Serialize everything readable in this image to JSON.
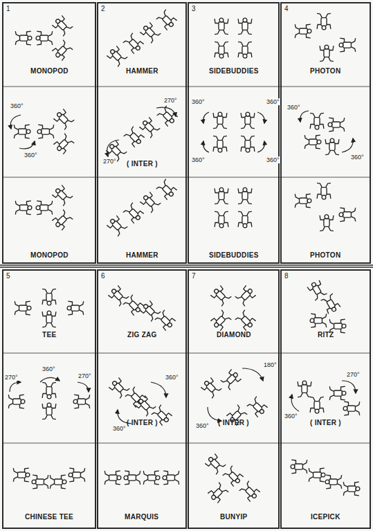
{
  "diagram": {
    "nodes": [
      {
        "text": [
          "1",
          "MONOPOD",
          "MONOPOD"
        ]
      },
      {
        "text": [
          "2",
          "HAMMER",
          "( INTER )",
          "HAMMER"
        ]
      },
      {
        "text": [
          "3",
          "SIDEBUDDIES",
          "SIDEBUDDIES"
        ]
      },
      {
        "text": [
          "4",
          "PHOTON",
          "PHOTON"
        ]
      },
      {
        "text": [
          "5",
          "TEE",
          "CHINESE TEE"
        ]
      },
      {
        "text": [
          "6",
          "ZIG ZAG",
          "( INTER )",
          "MARQUIS"
        ]
      },
      {
        "text": [
          "7",
          "DIAMOND",
          "( INTER )",
          "BUNYIP"
        ]
      },
      {
        "text": [
          "8",
          "RITZ",
          "( INTER )",
          "ICEPICK"
        ]
      }
    ],
    "labels": [
      "360°",
      "360°",
      "270°",
      "270°",
      "360°",
      "360°",
      "360°",
      "360°",
      "360°",
      "360°",
      "270°",
      "360°",
      "270°",
      "360°",
      "360°",
      "180°",
      "360°",
      "360°",
      "270°"
    ]
  }
}
